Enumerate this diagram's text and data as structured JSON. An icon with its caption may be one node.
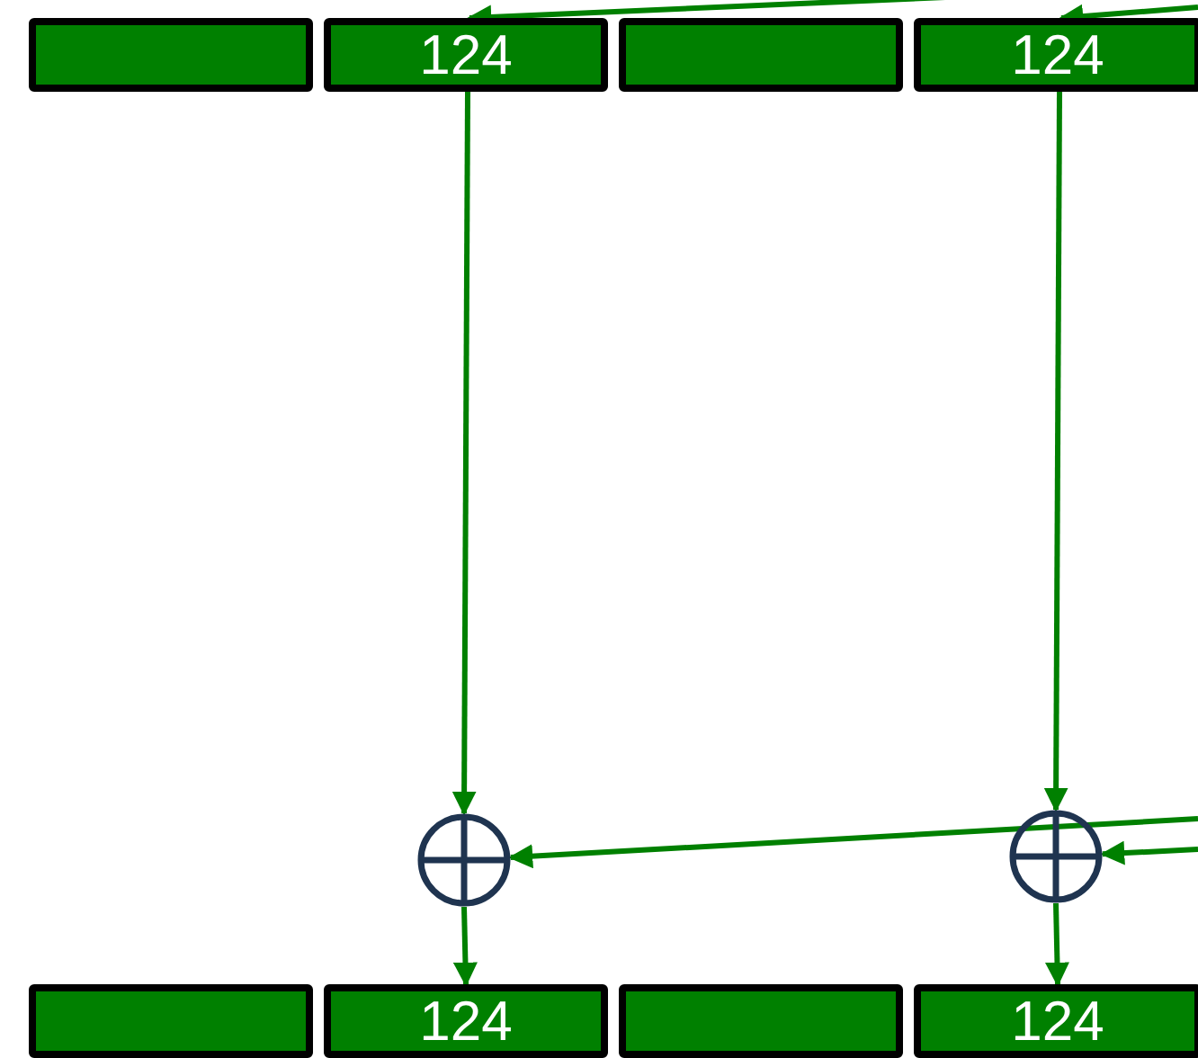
{
  "diagram": {
    "nodes": [
      {
        "text": [],
        "shape": "box"
      },
      {
        "text": [
          "124"
        ]
      },
      {
        "text": [],
        "shape": "box"
      },
      {
        "text": [
          "124"
        ]
      },
      {
        "text": [],
        "shape": "circle"
      },
      {
        "text": [],
        "shape": "circle"
      },
      {
        "text": [],
        "shape": "box"
      },
      {
        "text": [
          "124"
        ]
      },
      {
        "text": [],
        "shape": "box"
      },
      {
        "text": [
          "124"
        ]
      }
    ],
    "edges": [
      {
        "from": null,
        "to": 1,
        "arrow": "to"
      },
      {
        "from": null,
        "to": 3,
        "arrow": "to"
      },
      {
        "from": 1,
        "to": 4,
        "arrow": "to"
      },
      {
        "from": 3,
        "to": 5,
        "arrow": "to"
      },
      {
        "from": 4,
        "to": 7,
        "arrow": "to"
      },
      {
        "from": 5,
        "to": 9,
        "arrow": "to"
      },
      {
        "from": null,
        "to": 4,
        "arrow": "to"
      },
      {
        "from": null,
        "to": 5,
        "arrow": "to"
      }
    ]
  }
}
